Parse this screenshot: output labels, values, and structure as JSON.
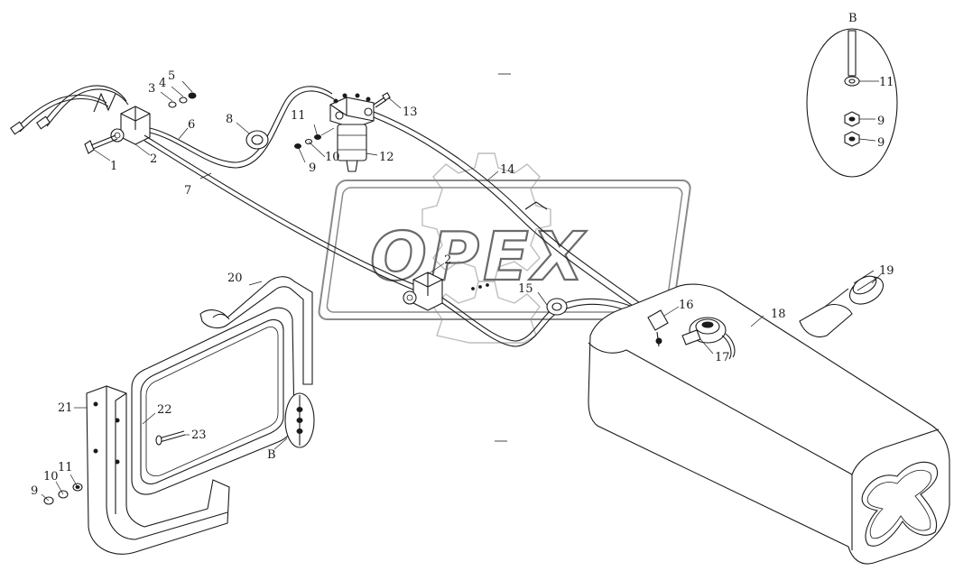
{
  "watermark": "OPEX",
  "detail_view": {
    "title": "B",
    "callout_label": "B"
  },
  "callouts": {
    "c1": "1",
    "c2a": "2",
    "c2b": "2",
    "c3": "3",
    "c4": "4",
    "c5": "5",
    "c6": "6",
    "c7": "7",
    "c8": "8",
    "c9a": "9",
    "c9b": "9",
    "c9c": "9",
    "c9d": "9",
    "c10a": "10",
    "c10b": "10",
    "c11a": "11",
    "c11b": "11",
    "c11c": "11",
    "c12": "12",
    "c13": "13",
    "c14": "14",
    "c15": "15",
    "c16": "16",
    "c17": "17",
    "c18": "18",
    "c19": "19",
    "c20": "20",
    "c21": "21",
    "c22": "22",
    "c23": "23"
  }
}
